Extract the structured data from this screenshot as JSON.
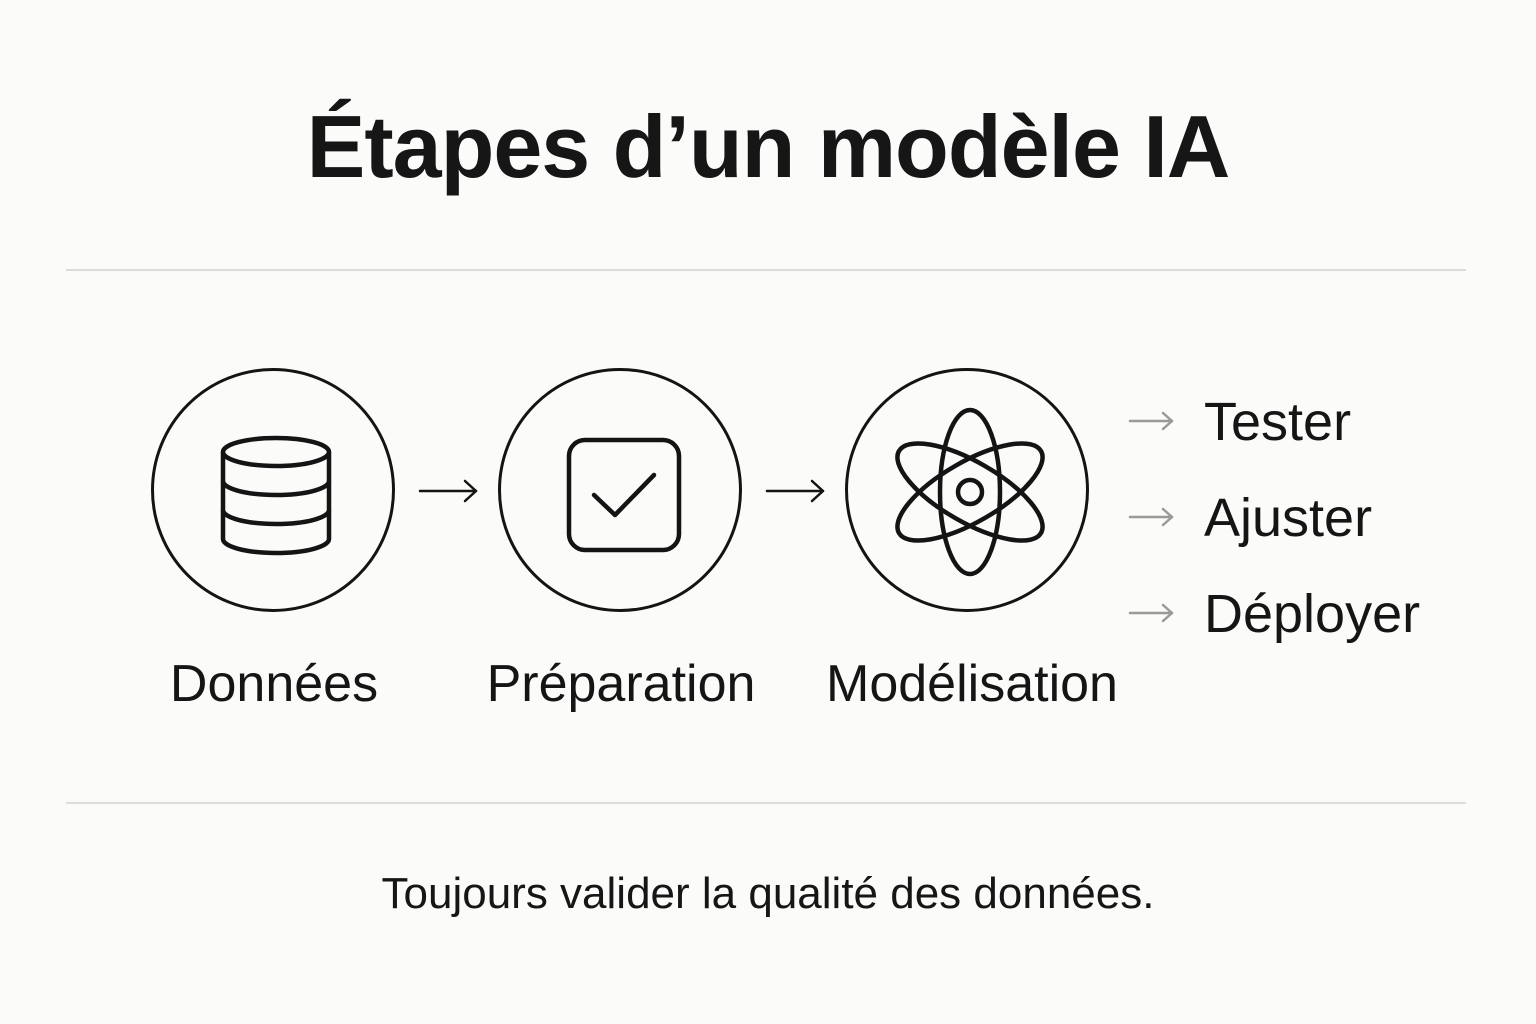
{
  "title": "Étapes d’un modèle IA",
  "steps": [
    {
      "label": "Données",
      "icon": "database-icon"
    },
    {
      "label": "Préparation",
      "icon": "checkbox-icon"
    },
    {
      "label": "Modélisation",
      "icon": "atom-icon"
    }
  ],
  "substeps": [
    {
      "label": "Tester"
    },
    {
      "label": "Ajuster"
    },
    {
      "label": "Déployer"
    }
  ],
  "footer": "Toujours valider la qualité des données.",
  "colors": {
    "background": "#fbfbf9",
    "stroke": "#141414",
    "rule": "#dcdcdc",
    "substep_arrow": "#9a9a9a"
  }
}
